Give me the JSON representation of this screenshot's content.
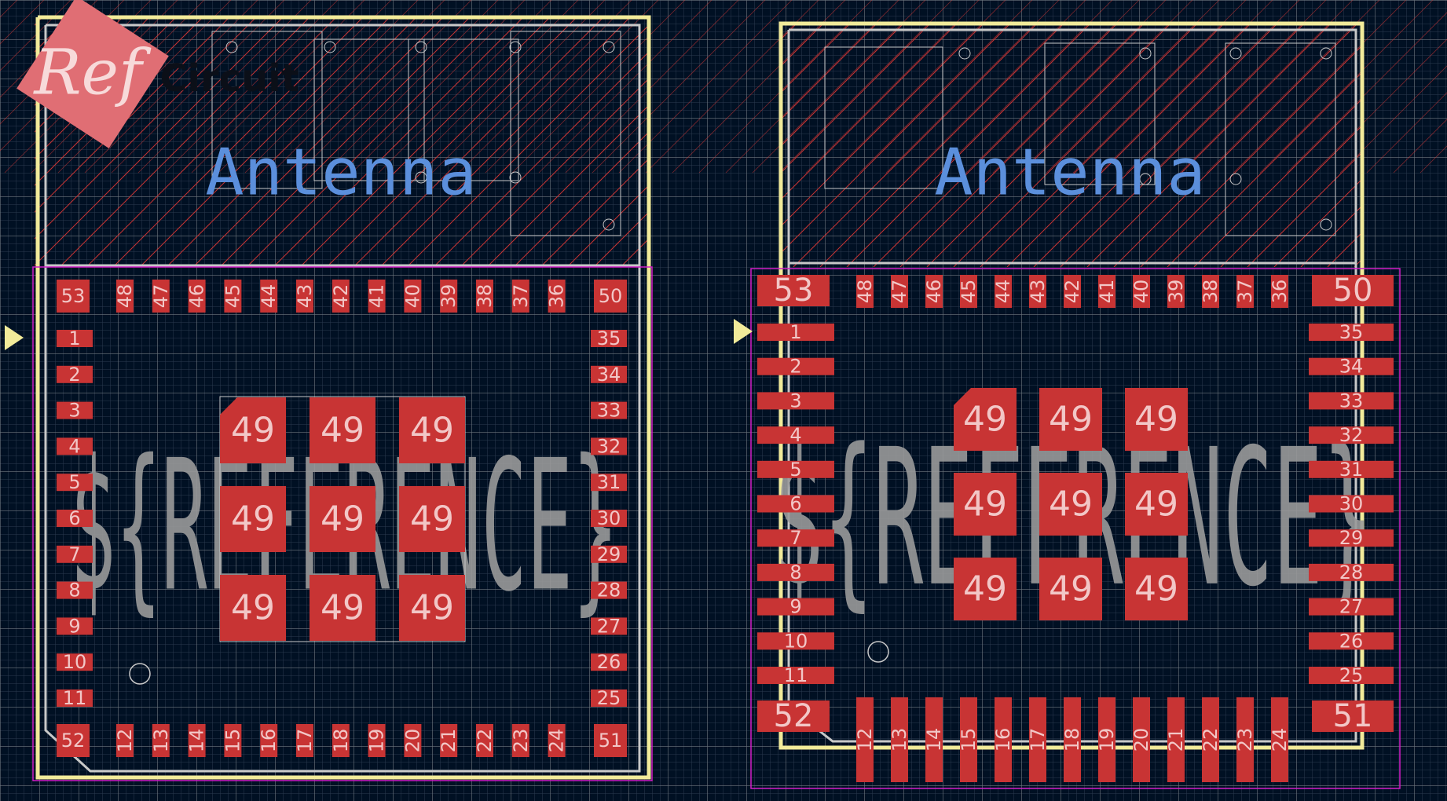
{
  "colors": {
    "background": "#001023",
    "grid_fine": "#2b3a4f",
    "grid_major": "#7a8088",
    "courtyard_yellow": "#f2eb9a",
    "fab_outline": "#c8c8c8",
    "pad_red": "#c83434",
    "pad_text": "#f2c7c7",
    "keepout_hatch": "#c83434",
    "magenta_outline": "#d21ec8",
    "antenna_text": "#5b8fdc",
    "reference_text": "#9a9a9a",
    "logo_pink": "#e06e74"
  },
  "left_footprint": {
    "antenna_label": "Antenna",
    "reference_label": "${REFERENCE}",
    "logo_text": "Ref",
    "logo_overlay_text": "Circuit",
    "top_pins": [
      "53",
      "48",
      "47",
      "46",
      "45",
      "44",
      "43",
      "42",
      "41",
      "40",
      "39",
      "38",
      "37",
      "36",
      "50"
    ],
    "left_pins": [
      "1",
      "2",
      "3",
      "4",
      "5",
      "6",
      "7",
      "8",
      "9",
      "10",
      "11"
    ],
    "right_pins": [
      "35",
      "34",
      "33",
      "32",
      "31",
      "30",
      "29",
      "28",
      "27",
      "26",
      "25"
    ],
    "bottom_pins": [
      "52",
      "12",
      "13",
      "14",
      "15",
      "16",
      "17",
      "18",
      "19",
      "20",
      "21",
      "22",
      "23",
      "24",
      "51"
    ],
    "center_pads": [
      "49",
      "49",
      "49",
      "49",
      "49",
      "49",
      "49",
      "49",
      "49"
    ]
  },
  "right_footprint": {
    "antenna_label": "Antenna",
    "reference_label": "${REFERENCE}",
    "corner_pins": {
      "top_left": "53",
      "top_right": "50",
      "bottom_left": "52",
      "bottom_right": "51"
    },
    "top_pins": [
      "48",
      "47",
      "46",
      "45",
      "44",
      "43",
      "42",
      "41",
      "40",
      "39",
      "38",
      "37",
      "36"
    ],
    "left_pins": [
      "1",
      "2",
      "3",
      "4",
      "5",
      "6",
      "7",
      "8",
      "9",
      "10",
      "11"
    ],
    "right_pins": [
      "35",
      "34",
      "33",
      "32",
      "31",
      "30",
      "29",
      "28",
      "27",
      "26",
      "25"
    ],
    "bottom_pins": [
      "12",
      "13",
      "14",
      "15",
      "16",
      "17",
      "18",
      "19",
      "20",
      "21",
      "22",
      "23",
      "24"
    ],
    "center_pads": [
      "49",
      "49",
      "49",
      "49",
      "49",
      "49",
      "49",
      "49",
      "49"
    ]
  }
}
